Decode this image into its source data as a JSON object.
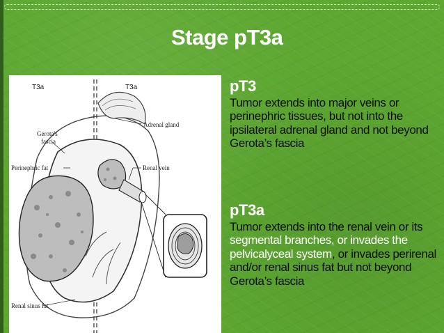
{
  "slide": {
    "title": "Stage pT3a"
  },
  "figure": {
    "labels": {
      "t3a_left": "T3a",
      "t3a_right": "T3a",
      "adrenal_gland": "Adrenal gland",
      "gerotas_fascia_1": "Gerota's",
      "gerotas_fascia_2": "fascia",
      "perinephric_fat": "Perinephric fat",
      "renal_vein": "Renal vein",
      "renal_sinus_fat": "Renal sinus fat"
    }
  },
  "pt3": {
    "heading": "pT3",
    "body": "Tumor extends into major veins or perinephric tissues, but not into the ipsilateral adrenal gland and not beyond Gerota’s fascia"
  },
  "pt3a": {
    "heading": "pT3a",
    "body_part1": "Tumor extends into the renal vein or its ",
    "highlight1": "segmental branches, or invades the pelvicalyceal system",
    "body_part2": ", or invades perirenal and/or renal sinus fat but not beyond Gerota’s fascia"
  },
  "colors": {
    "background": "#5ea832",
    "highlight_text": "#ffffff",
    "body_text": "#0d0d0d"
  }
}
